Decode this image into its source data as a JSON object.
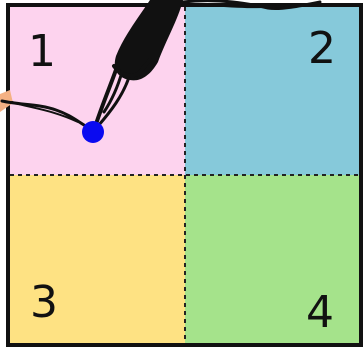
{
  "quadrants": [
    {
      "label": "1",
      "color": "#FDD3EE"
    },
    {
      "label": "2",
      "color": "#86C9DA"
    },
    {
      "label": "3",
      "color": "#FEE283"
    },
    {
      "label": "4",
      "color": "#A5E38B"
    }
  ],
  "marker": {
    "color": "#0A0AF0"
  },
  "border_color": "#111111"
}
